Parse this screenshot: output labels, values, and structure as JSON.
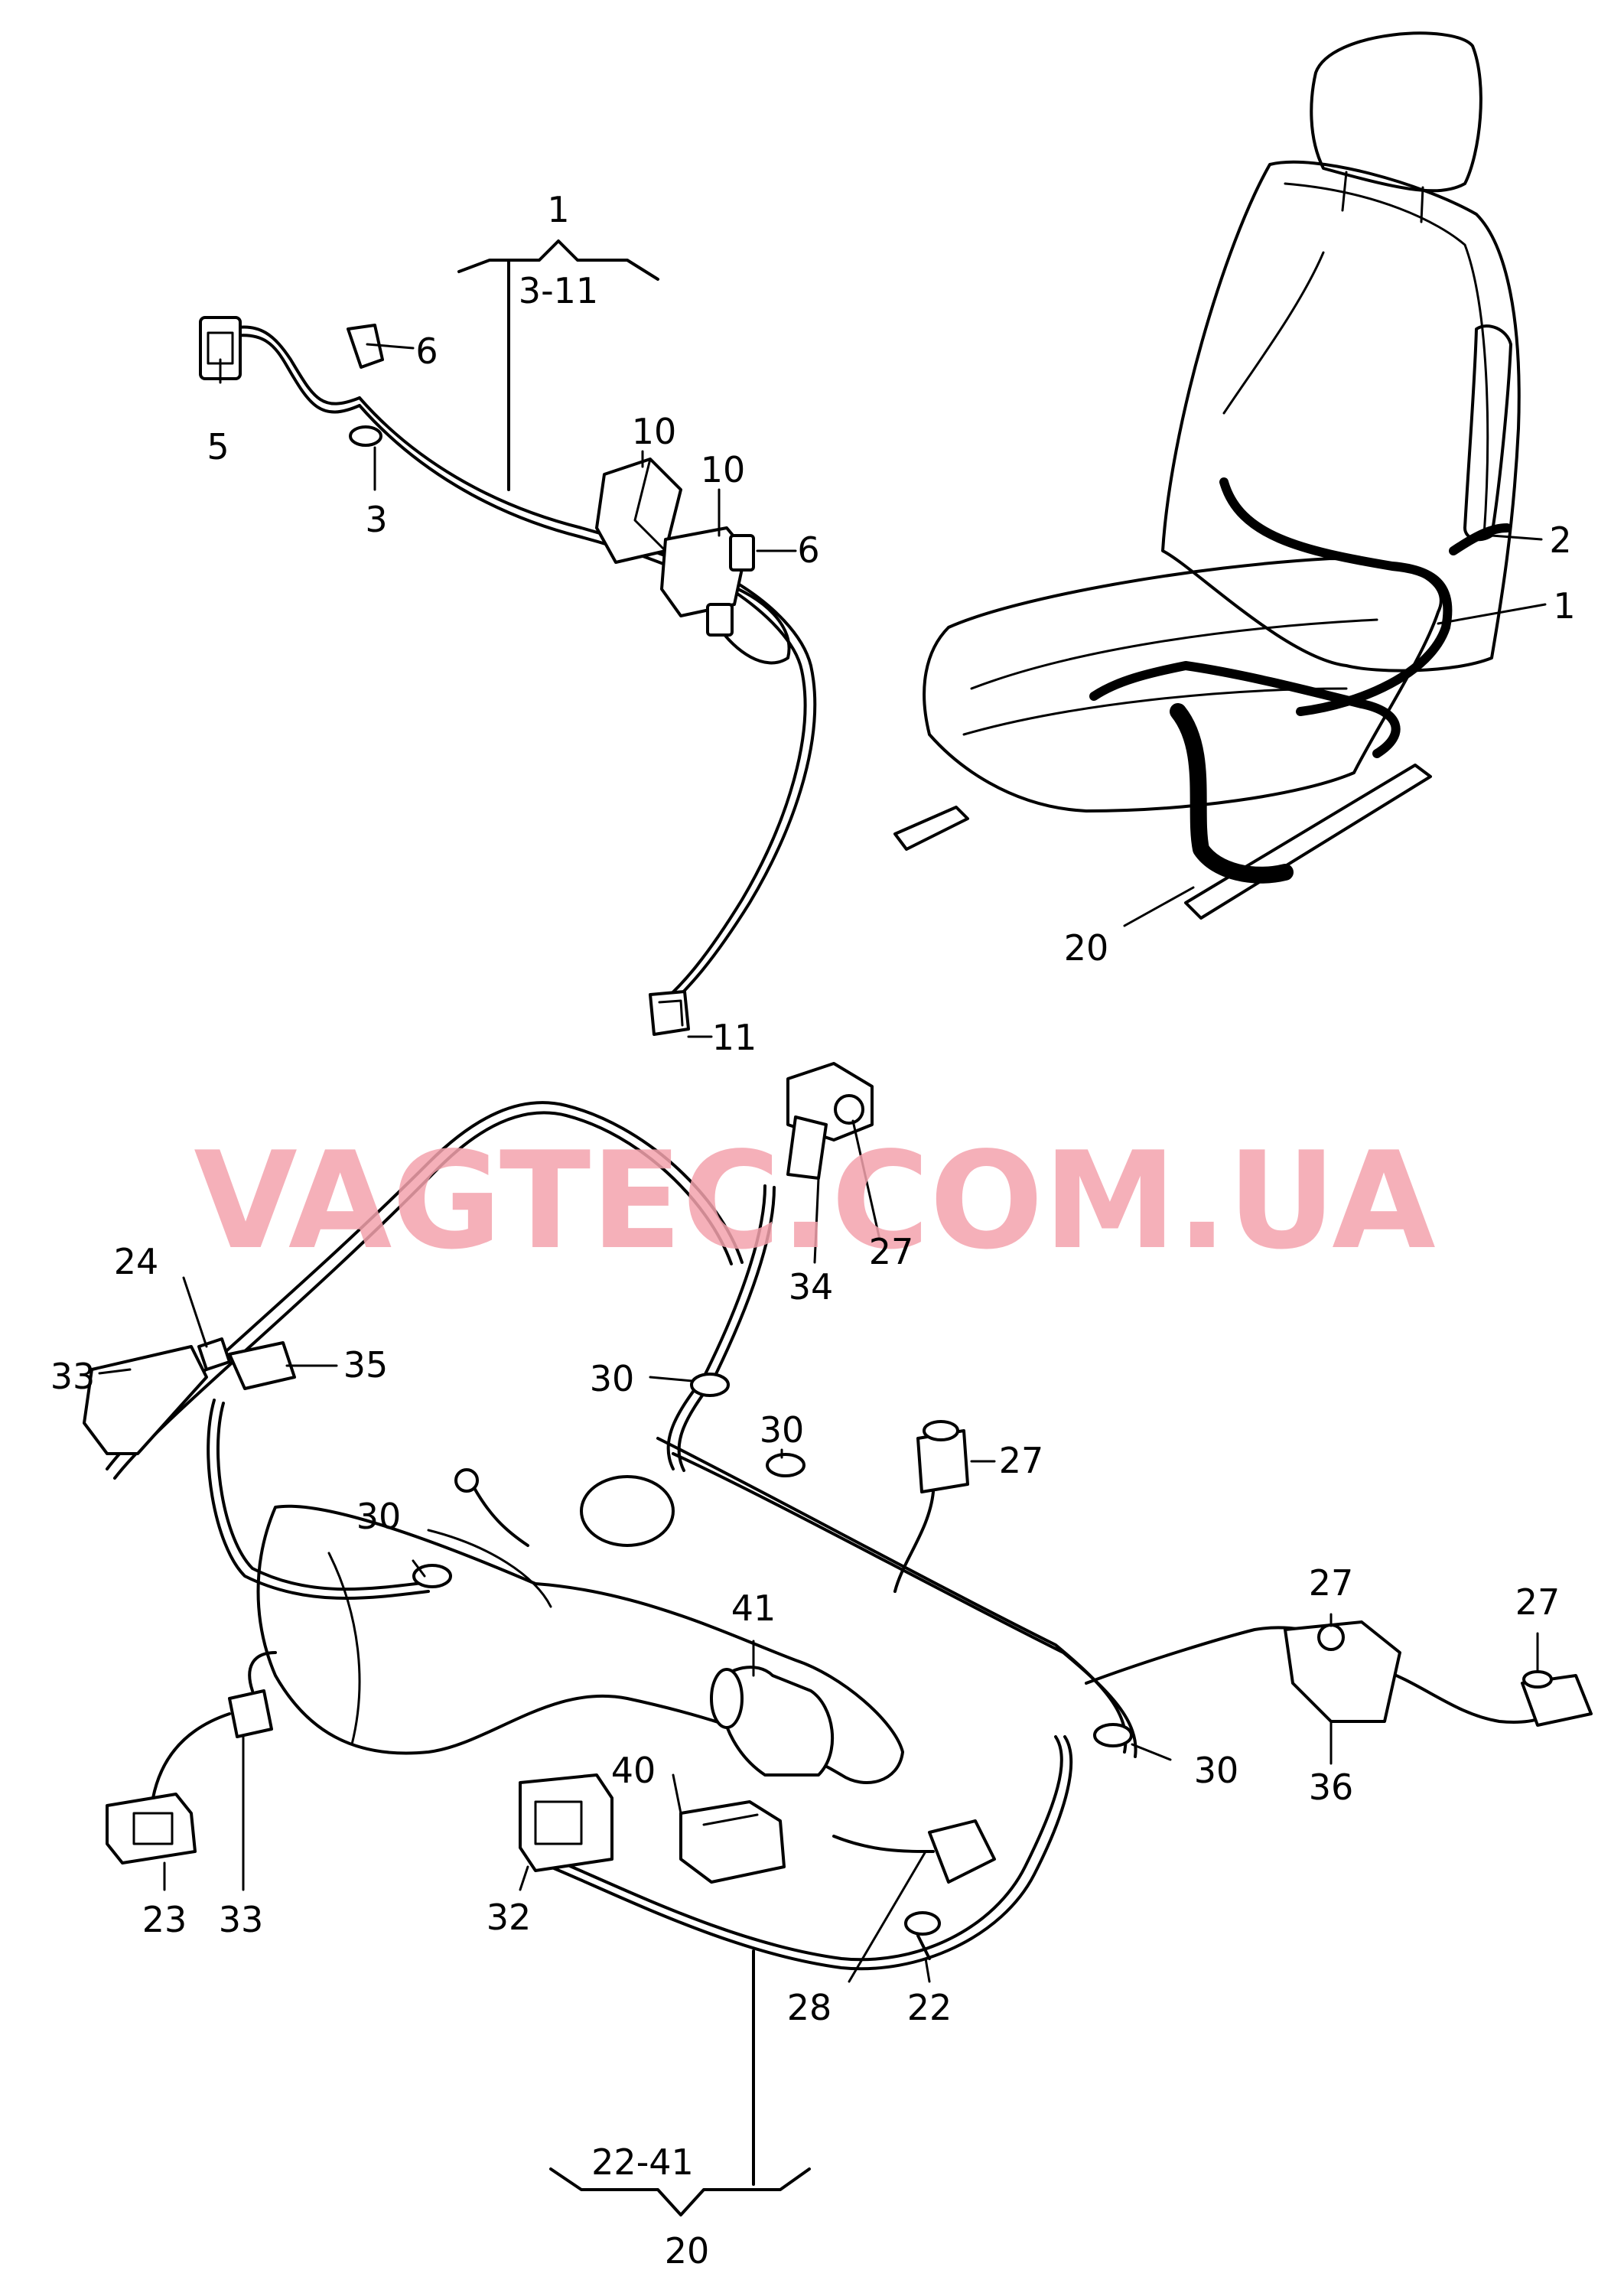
{
  "watermark": "VAGTEC.COM.UA",
  "labels": {
    "top_group_item": "1",
    "top_group_range": "3-11",
    "bottom_group_item": "20",
    "bottom_group_range": "22-41",
    "p5": "5",
    "p6a": "6",
    "p6b": "6",
    "p3": "3",
    "p10a": "10",
    "p10b": "10",
    "p11": "11",
    "p2": "2",
    "p1": "1",
    "p20": "20",
    "p24": "24",
    "p33a": "33",
    "p35": "35",
    "p34": "34",
    "p27a": "27",
    "p30a": "30",
    "p30b": "30",
    "p30c": "30",
    "p27b": "27",
    "p41": "41",
    "p27c": "27",
    "p27d": "27",
    "p30d": "30",
    "p36": "36",
    "p40": "40",
    "p23": "23",
    "p33b": "33",
    "p32": "32",
    "p28": "28",
    "p22": "22"
  }
}
